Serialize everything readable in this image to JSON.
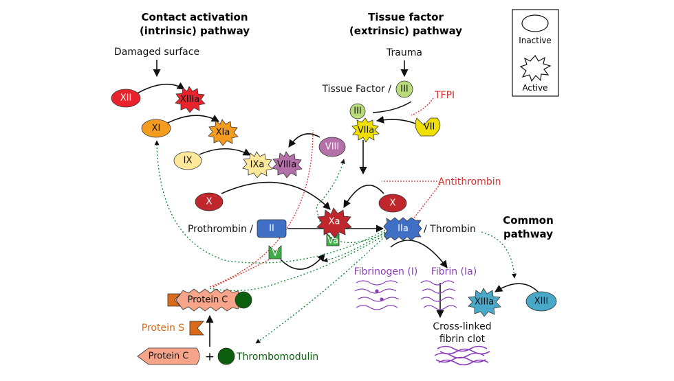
{
  "headers": {
    "intrinsic_line1": "Contact activation",
    "intrinsic_line2": "(intrinsic) pathway",
    "extrinsic_line1": "Tissue factor",
    "extrinsic_line2": "(extrinsic) pathway",
    "common_line1": "Common",
    "common_line2": "pathway"
  },
  "legend": {
    "inactive": "Inactive",
    "active": "Active"
  },
  "labels": {
    "damaged_surface": "Damaged surface",
    "trauma": "Trauma",
    "tissue_factor": "Tissue Factor /",
    "prothrombin": "Prothrombin /",
    "thrombin": "/ Thrombin",
    "fibrinogen": "Fibrinogen (I)",
    "fibrin": "Fibrin (Ia)",
    "cross_linked_line1": "Cross-linked",
    "cross_linked_line2": "fibrin clot",
    "protein_s": "Protein S",
    "plus": "+",
    "thrombomodulin": "Thrombomodulin",
    "tfpi": "TFPI",
    "antithrombin": "Antithrombin"
  },
  "factors": {
    "XII": "XII",
    "XIIa": "XIIIa",
    "XI": "XI",
    "XIa": "XIa",
    "IX": "IX",
    "IXa": "IXa",
    "VIIIa": "VIIIa",
    "VIII": "VIII",
    "X_left": "X",
    "X_right": "X",
    "Xa": "Xa",
    "Va": "Va",
    "V": "V",
    "II": "II",
    "IIa": "IIa",
    "III_tf": "III",
    "III": "III",
    "VIIa": "VIIa",
    "VII": "VII",
    "XIIIa": "XIIIa",
    "XIII": "XIII",
    "protein_c_active": "Protein C",
    "protein_c_inactive": "Protein C"
  },
  "colors": {
    "red": "#e8232b",
    "dark_red": "#c0272d",
    "orange": "#f39c1f",
    "light_yellow": "#fde999",
    "purple": "#b470a8",
    "green": "#7ec242",
    "yellow": "#f0e000",
    "blue": "#3f70c5",
    "teal": "#4aa8c9",
    "salmon": "#f7a58a",
    "dark_green": "#0b5e0b",
    "protein_s_orange": "#d86a1a",
    "inhibitor_red": "#d6322f",
    "fibrin_purple": "#8a3fb8"
  }
}
